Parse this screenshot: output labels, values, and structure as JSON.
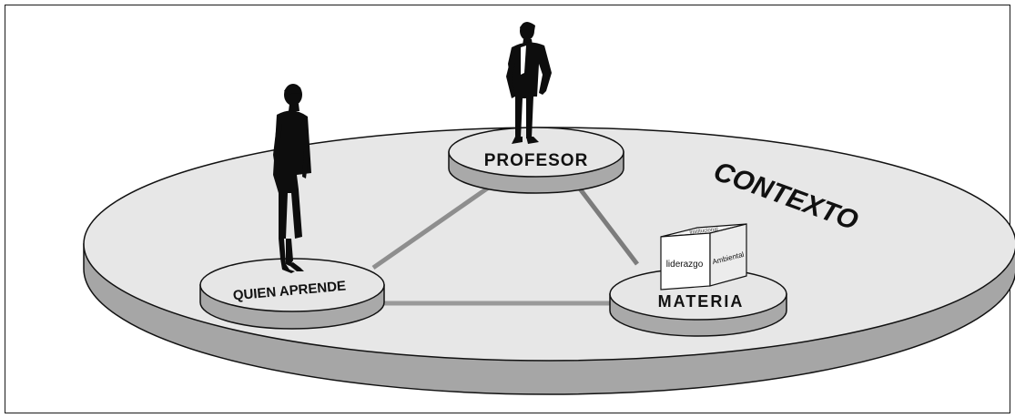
{
  "context_label": "CONTEXTO",
  "nodes": {
    "profesor": "PROFESOR",
    "quien_aprende": "QUIEN APRENDE",
    "materia": "MATERIA"
  },
  "box_labels": {
    "front": "liderazgo",
    "side": "Ambiental",
    "top": "Institucional"
  },
  "colors": {
    "platform_top": "#e6e6e6",
    "platform_side": "#a8a8a8",
    "outline": "#111111",
    "connector": "#8a8a8a",
    "figure": "#0d0d0d"
  },
  "icons": [
    "woman-figure-icon",
    "man-figure-icon",
    "cube-icon"
  ]
}
